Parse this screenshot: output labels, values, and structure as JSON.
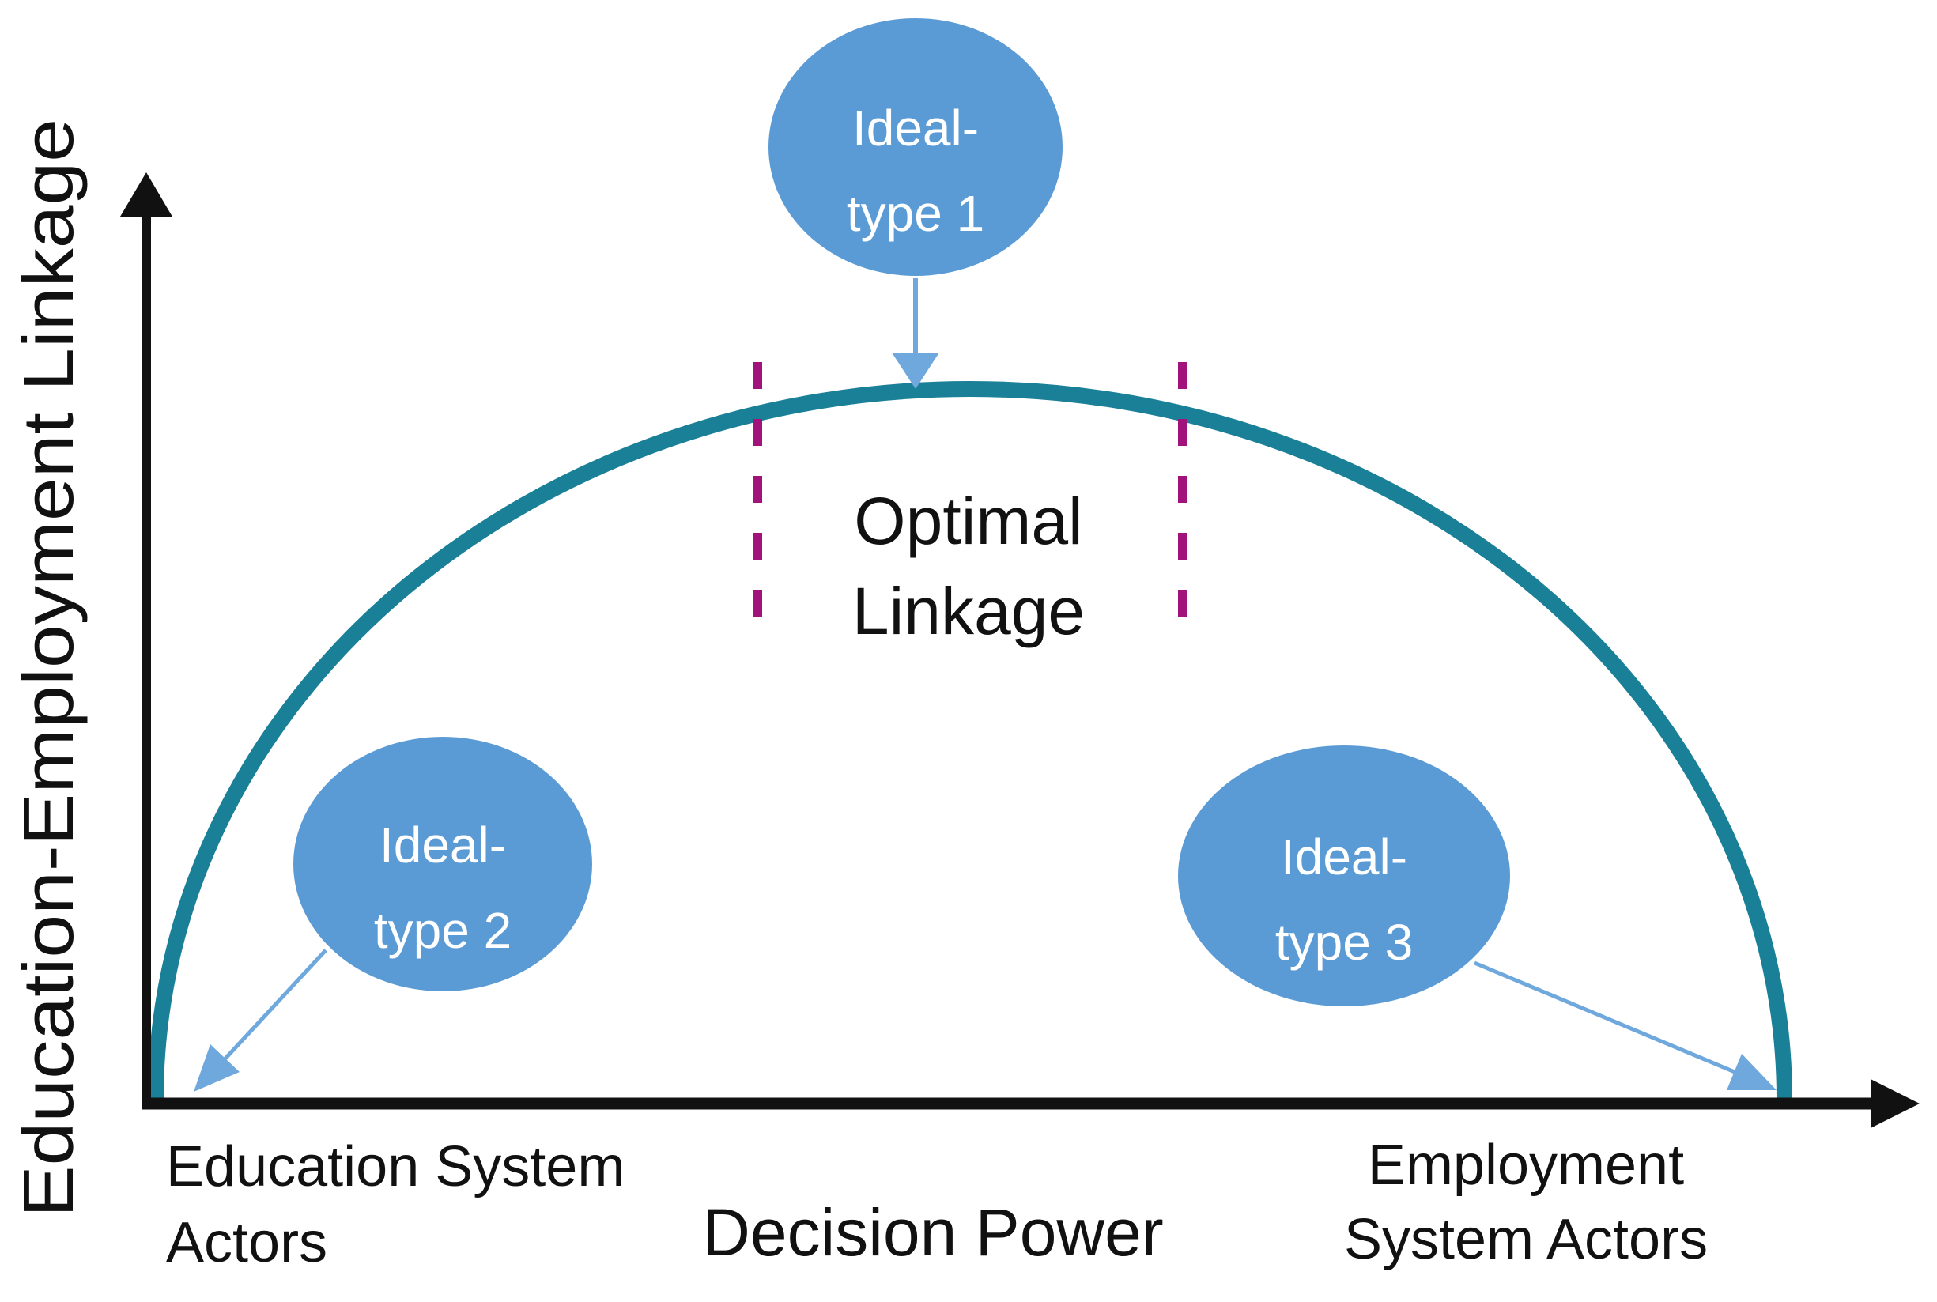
{
  "colors": {
    "axis": "#111111",
    "text": "#111111",
    "curve_teal": "#1A8098",
    "dashed_magenta": "#A1137A",
    "node_blue": "#5B9BD5",
    "node_text": "#FFFFFF",
    "arrow_blue": "#6FA8DC"
  },
  "axes": {
    "y_label": "Education-Employment Linkage",
    "x_label": "Decision Power",
    "x_left": {
      "line1": "Education System",
      "line2": "Actors"
    },
    "x_right": {
      "line1": "Employment",
      "line2": "System Actors"
    }
  },
  "annotation": {
    "line1": "Optimal",
    "line2": "Linkage"
  },
  "nodes": [
    {
      "line1": "Ideal-",
      "line2": "type 1"
    },
    {
      "line1": "Ideal-",
      "line2": "type 2"
    },
    {
      "line1": "Ideal-",
      "line2": "type 3"
    }
  ]
}
